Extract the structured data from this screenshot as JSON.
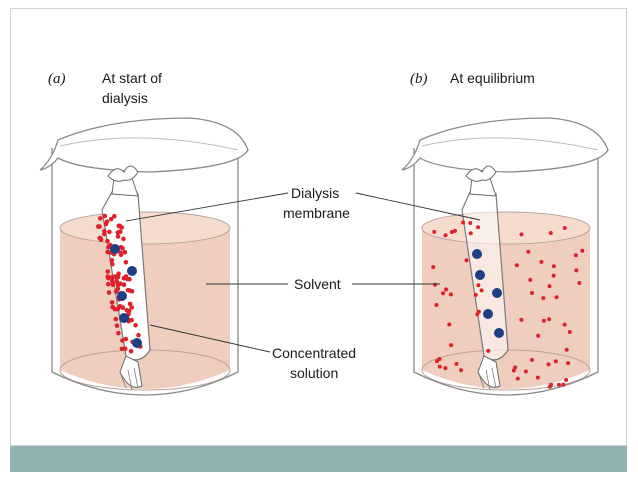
{
  "panel_a": {
    "tag": "(a)",
    "title_line1": "At start of",
    "title_line2": "dialysis"
  },
  "panel_b": {
    "tag": "(b)",
    "title": "At equilibrium"
  },
  "labels": {
    "membrane_line1": "Dialysis",
    "membrane_line2": "membrane",
    "solvent": "Solvent",
    "concentrated_line1": "Concentrated",
    "concentrated_line2": "solution"
  },
  "colors": {
    "solvent_fill": "#efcdbf",
    "small_particle": "#e0202a",
    "large_particle": "#1c3f86",
    "bottom_band": "#8fb3b3"
  }
}
